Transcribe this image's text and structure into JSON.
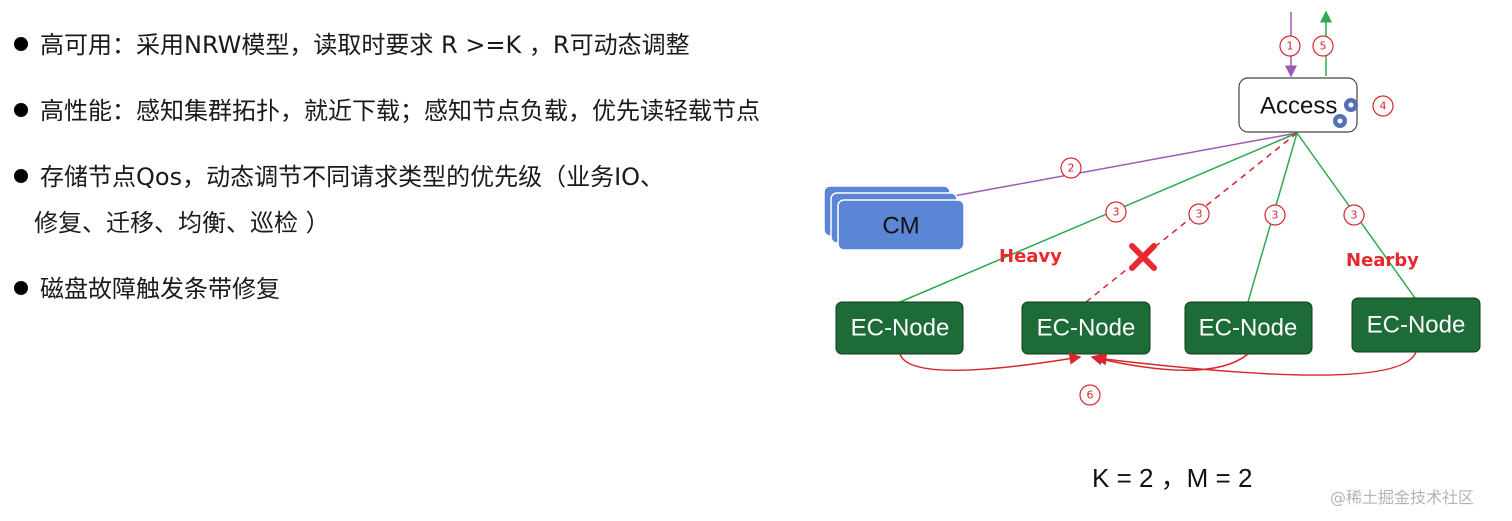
{
  "bullets": [
    "高可用：采用NRW模型，读取时要求 R >=K ，R可动态调整",
    "高性能：感知集群拓扑，就近下载；感知节点负载，优先读轻载节点",
    "存储节点Qos，动态调节不同请求类型的优先级（业务IO、",
    "修复、迁移、均衡、巡检 ）",
    "磁盘故障触发条带修复"
  ],
  "diagram": {
    "access_label": "Access",
    "cm_label": "CM",
    "ec_nodes": [
      "EC-Node",
      "EC-Node",
      "EC-Node",
      "EC-Node"
    ],
    "steps": [
      "1",
      "5",
      "4",
      "2",
      "3",
      "3",
      "3",
      "3",
      "6"
    ],
    "heavy_label": "Heavy",
    "nearby_label": "Nearby",
    "failed_marker_icon": "red-x-icon",
    "gear_icon": "gear-icon"
  },
  "formula": "K = 2 ，M = 2",
  "watermark": "@稀土掘金技术社区",
  "colors": {
    "ec_node_fill": "#1d6b37",
    "cm_fill": "#5b86d6",
    "green_edge": "#2fa84f",
    "purple_edge": "#9a5bb8",
    "red": "#d9262c"
  }
}
